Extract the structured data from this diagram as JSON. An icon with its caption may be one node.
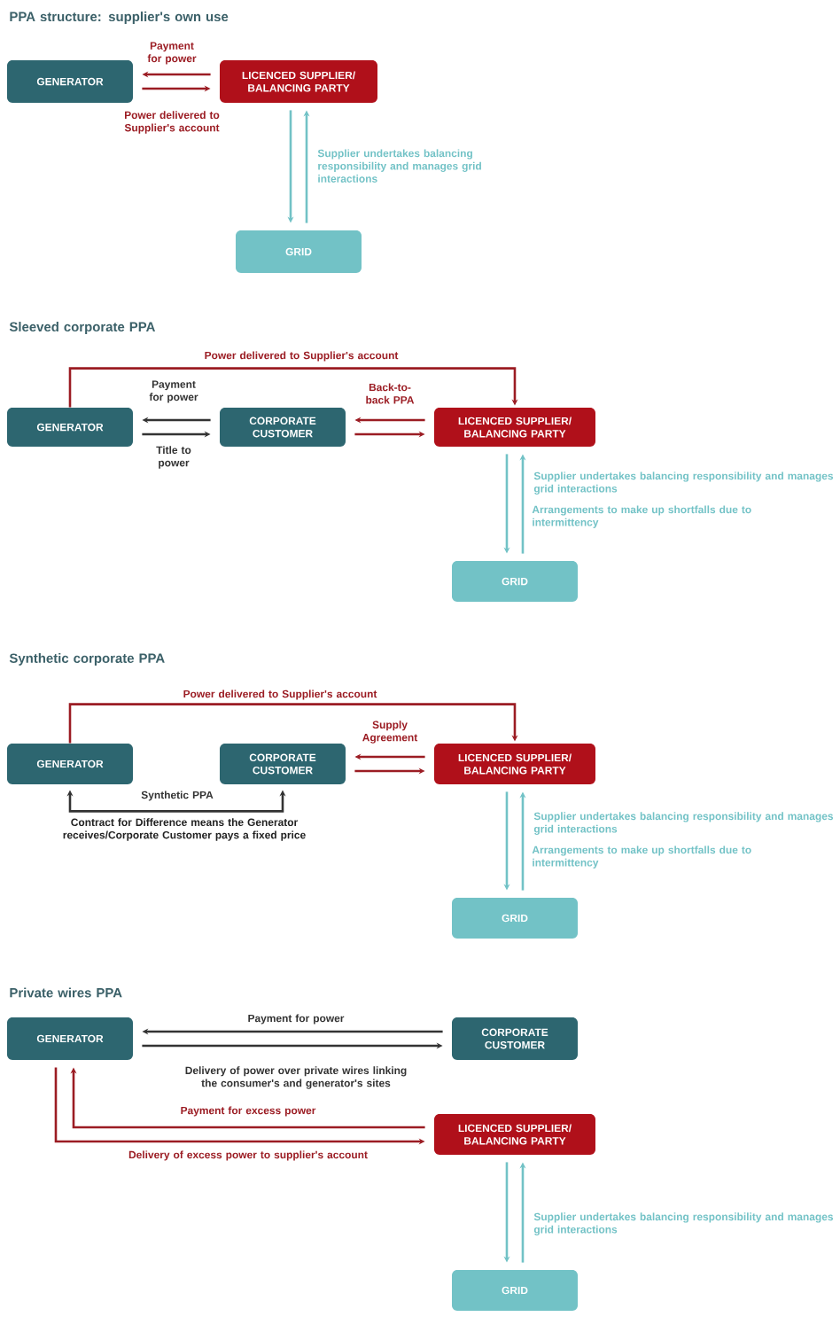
{
  "diagram": {
    "nodes": [
      {
        "text": [
          "GENERATOR"
        ]
      },
      {
        "text": [
          "LICENCED SUPPLIER/ BALANCING PARTY"
        ]
      },
      {
        "text": [
          "GRID"
        ]
      },
      {
        "text": [
          "GENERATOR"
        ]
      },
      {
        "text": [
          "CORPORATE CUSTOMER"
        ]
      },
      {
        "text": [
          "LICENCED SUPPLIER/ BALANCING PARTY"
        ]
      },
      {
        "text": [
          "GRID"
        ]
      },
      {
        "text": [
          "GENERATOR"
        ]
      },
      {
        "text": [
          "CORPORATE CUSTOMER"
        ]
      },
      {
        "text": [
          "LICENCED SUPPLIER/ BALANCING PARTY"
        ]
      },
      {
        "text": [
          "GRID"
        ]
      },
      {
        "text": [
          "GENERATOR"
        ]
      },
      {
        "text": [
          "CORPORATE CUSTOMER"
        ]
      },
      {
        "text": [
          "LICENCED SUPPLIER/ BALANCING PARTY"
        ]
      },
      {
        "text": [
          "GRID"
        ]
      }
    ],
    "edges": [
      {
        "from": 1,
        "to": 0,
        "arrow": "to",
        "label": "Payment for power",
        "color": "#9b1c23"
      },
      {
        "from": 0,
        "to": 1,
        "arrow": "to",
        "label": "Power delivered to Supplier's account",
        "color": "#9b1c23"
      },
      {
        "from": 1,
        "to": 2,
        "arrow": "to",
        "color": "#72c2c6"
      },
      {
        "from": 2,
        "to": 1,
        "arrow": "to",
        "color": "#72c2c6",
        "label": "Supplier undertakes balancing responsibility and manages grid interactions"
      },
      {
        "from": 3,
        "to": 5,
        "arrow": "to",
        "label": "Power delivered to Supplier's account",
        "color": "#9b1c23"
      },
      {
        "from": 4,
        "to": 3,
        "arrow": "to",
        "label": "Payment for power",
        "color": "#333333"
      },
      {
        "from": 3,
        "to": 4,
        "arrow": "to",
        "label": "Title to power",
        "color": "#333333"
      },
      {
        "from": 5,
        "to": 4,
        "arrow": "to",
        "label": "Back-to-back PPA",
        "color": "#9b1c23"
      },
      {
        "from": 4,
        "to": 5,
        "arrow": "to",
        "color": "#9b1c23"
      },
      {
        "from": 5,
        "to": 6,
        "arrow": "to",
        "color": "#72c2c6"
      },
      {
        "from": 6,
        "to": 5,
        "arrow": "to",
        "color": "#72c2c6",
        "label": "Supplier undertakes balancing responsibility and manages grid interactions"
      },
      {
        "from": 7,
        "to": 9,
        "arrow": "to",
        "label": "Power delivered to Supplier's account",
        "color": "#9b1c23"
      },
      {
        "from": 7,
        "to": 8,
        "arrow": "both",
        "label": "Synthetic PPA",
        "color": "#333333"
      },
      {
        "from": 9,
        "to": 8,
        "arrow": "to",
        "label": "Supply Agreement",
        "color": "#9b1c23"
      },
      {
        "from": 8,
        "to": 9,
        "arrow": "to",
        "color": "#9b1c23"
      },
      {
        "from": 9,
        "to": 10,
        "arrow": "to",
        "color": "#72c2c6"
      },
      {
        "from": 10,
        "to": 9,
        "arrow": "to",
        "color": "#72c2c6",
        "label": "Supplier undertakes balancing responsibility and manages grid interactions"
      },
      {
        "from": 12,
        "to": 11,
        "arrow": "to",
        "label": "Payment for power",
        "color": "#333333"
      },
      {
        "from": 11,
        "to": 12,
        "arrow": "to",
        "label": "Delivery of power over private wires linking the consumer's and generator's sites",
        "color": "#333333"
      },
      {
        "from": 13,
        "to": 11,
        "arrow": "to",
        "label": "Payment for excess power",
        "color": "#9b1c23"
      },
      {
        "from": 11,
        "to": 13,
        "arrow": "to",
        "label": "Delivery of excess power to supplier's account",
        "color": "#9b1c23"
      },
      {
        "from": 13,
        "to": 14,
        "arrow": "to",
        "color": "#72c2c6"
      },
      {
        "from": 14,
        "to": 13,
        "arrow": "to",
        "color": "#72c2c6",
        "label": "Supplier undertakes balancing responsibility and manages grid interactions"
      }
    ],
    "labels": [
      "PPA structure: supplier's own use",
      "Sleeved corporate PPA",
      "Arrangements to make up shortfalls due to intermittency",
      "Synthetic corporate PPA",
      "Contract for Difference means the Generator receives/Corporate Customer pays a fixed price",
      "Arrangements to make up shortfalls due to intermittency",
      "Private wires PPA"
    ]
  }
}
